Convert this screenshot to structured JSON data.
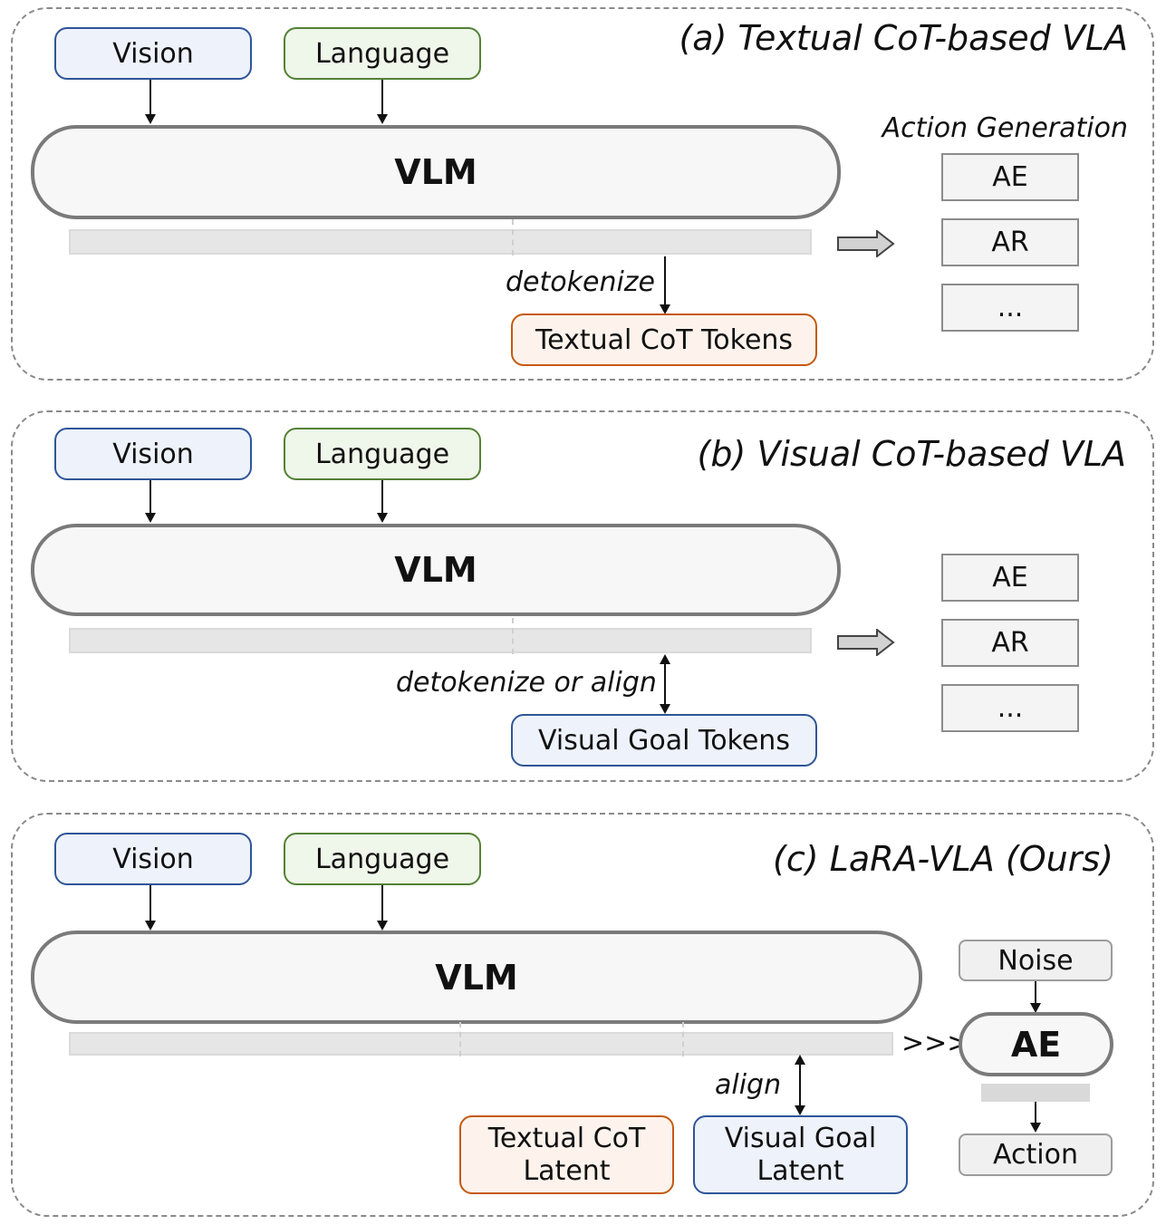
{
  "panels": [
    {
      "id": "a",
      "title": "(a) Textual CoT-based VLA",
      "inputs": {
        "vision": "Vision",
        "language": "Language"
      },
      "model": "VLM",
      "link_label": "detokenize",
      "link_type": "one-way-down",
      "output_box": "Textual CoT Tokens",
      "action_generation_label": "Action Generation",
      "action_options": [
        "AE",
        "AR",
        "..."
      ]
    },
    {
      "id": "b",
      "title": "(b) Visual CoT-based VLA",
      "inputs": {
        "vision": "Vision",
        "language": "Language"
      },
      "model": "VLM",
      "link_label": "detokenize or align",
      "link_type": "bidirectional",
      "output_box": "Visual Goal Tokens",
      "action_options": [
        "AE",
        "AR",
        "..."
      ]
    },
    {
      "id": "c",
      "title": "(c) LaRA-VLA (Ours)",
      "inputs": {
        "vision": "Vision",
        "language": "Language"
      },
      "model": "VLM",
      "link_label": "align",
      "link_type": "bidirectional",
      "latent_boxes": [
        "Textual CoT\nLatent",
        "Visual Goal\nLatent"
      ],
      "latent_box_lines": [
        [
          "Textual CoT",
          "Latent"
        ],
        [
          "Visual Goal",
          "Latent"
        ]
      ],
      "connector": ">>>",
      "noise": "Noise",
      "action_expert": "AE",
      "action": "Action"
    }
  ],
  "colors": {
    "vision_border": "#2f5597",
    "language_border": "#538135",
    "textual_border": "#c55a11",
    "panel_border": "#8a8a8a"
  }
}
